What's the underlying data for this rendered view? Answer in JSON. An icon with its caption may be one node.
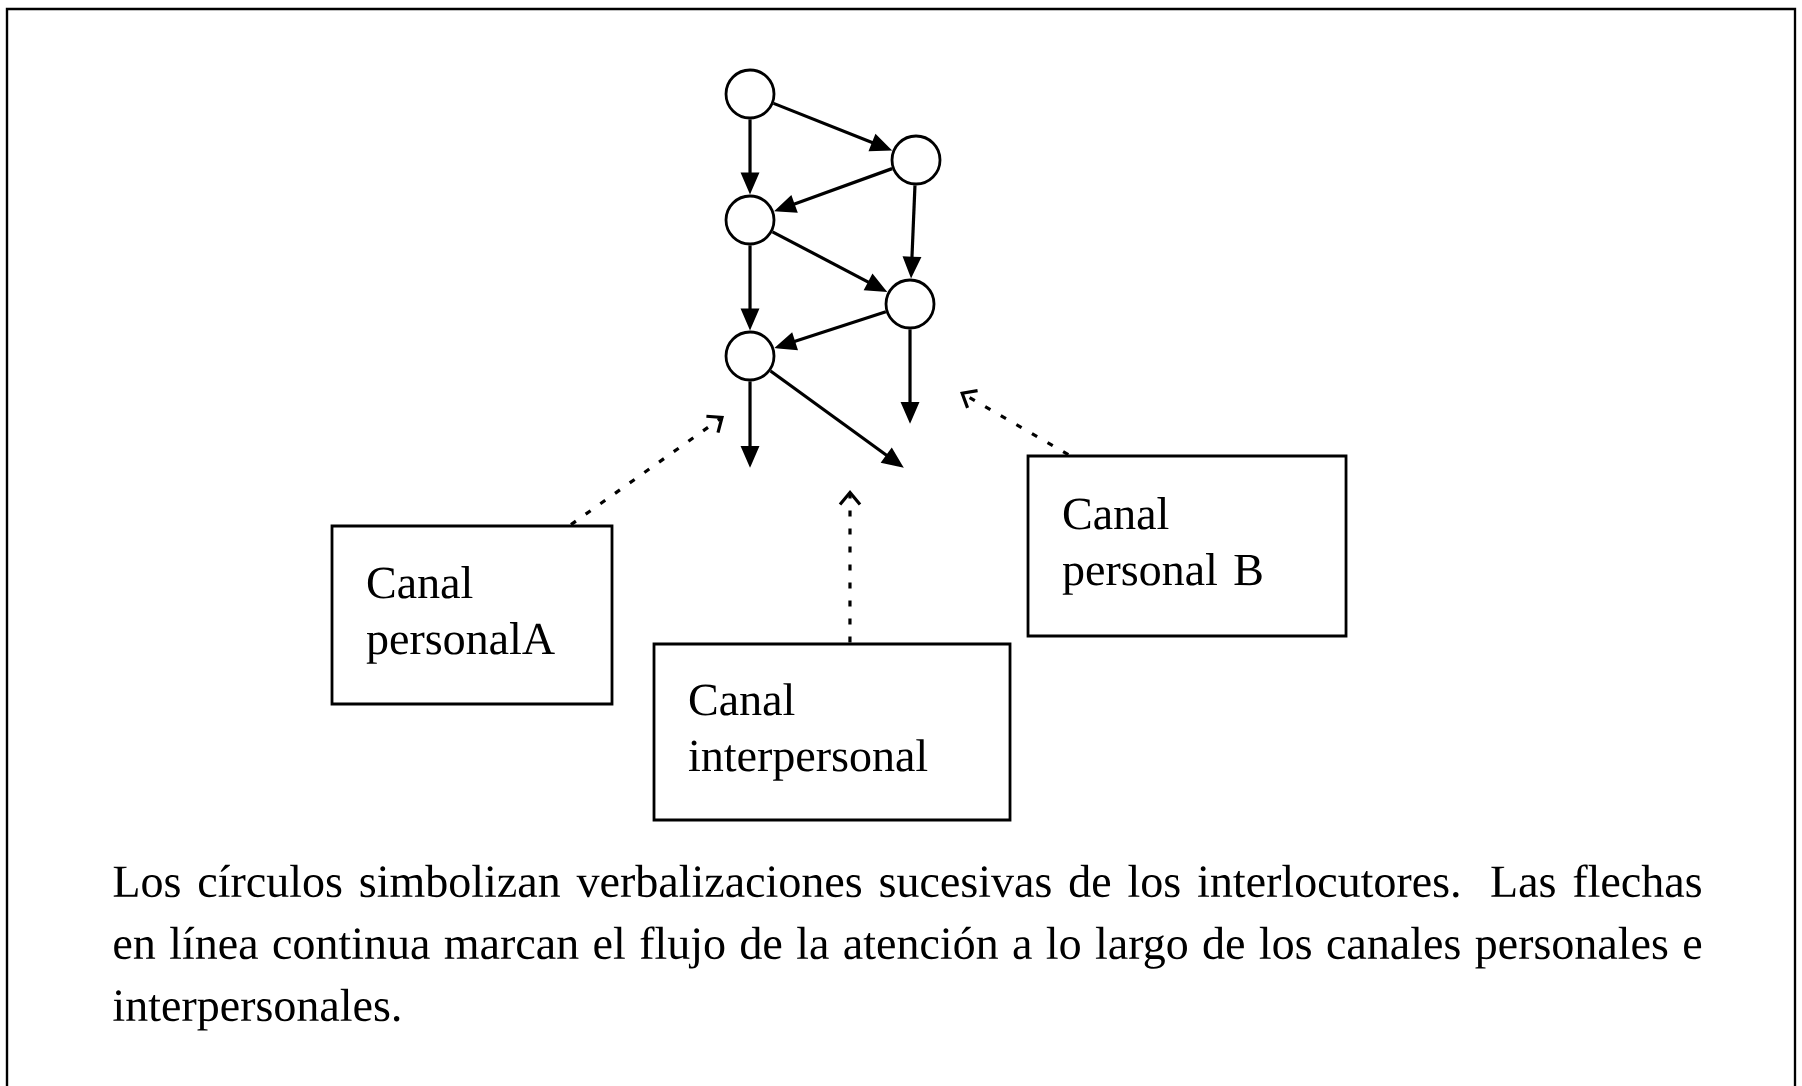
{
  "diagram": {
    "caption": "Los círculos simbolizan verbalizaciones sucesivas de los interlocutores. Las flechas en línea continua marcan el flujo de la atención a lo largo de los canales personales e interpersonales.",
    "nodes": [
      {
        "text": [],
        "shape": "circle"
      },
      {
        "text": [],
        "shape": "circle"
      },
      {
        "text": [],
        "shape": "circle"
      },
      {
        "text": [],
        "shape": "circle"
      },
      {
        "text": [],
        "shape": "circle"
      },
      {
        "text": [
          "Canal personalA"
        ]
      },
      {
        "text": [
          "Canal interpersonal"
        ]
      },
      {
        "text": [
          "Canal personal B"
        ]
      }
    ],
    "edges": [
      {
        "from": 0,
        "to": 2,
        "arrow": "to"
      },
      {
        "from": 0,
        "to": 1,
        "arrow": "to"
      },
      {
        "from": 1,
        "to": 2,
        "arrow": "to"
      },
      {
        "from": 1,
        "to": 3,
        "arrow": "to"
      },
      {
        "from": 2,
        "to": 4,
        "arrow": "to"
      },
      {
        "from": 2,
        "to": 3,
        "arrow": "to"
      },
      {
        "from": 3,
        "to": 4,
        "arrow": "to"
      },
      {
        "from": 4,
        "to": null,
        "arrow": "to"
      },
      {
        "from": 4,
        "to": null,
        "arrow": "to"
      },
      {
        "from": 3,
        "to": null,
        "arrow": "to"
      },
      {
        "from": 5,
        "to": null,
        "arrow": "to",
        "style": "dashed"
      },
      {
        "from": 6,
        "to": null,
        "arrow": "to",
        "style": "dashed"
      },
      {
        "from": 7,
        "to": null,
        "arrow": "to",
        "style": "dashed"
      }
    ]
  }
}
